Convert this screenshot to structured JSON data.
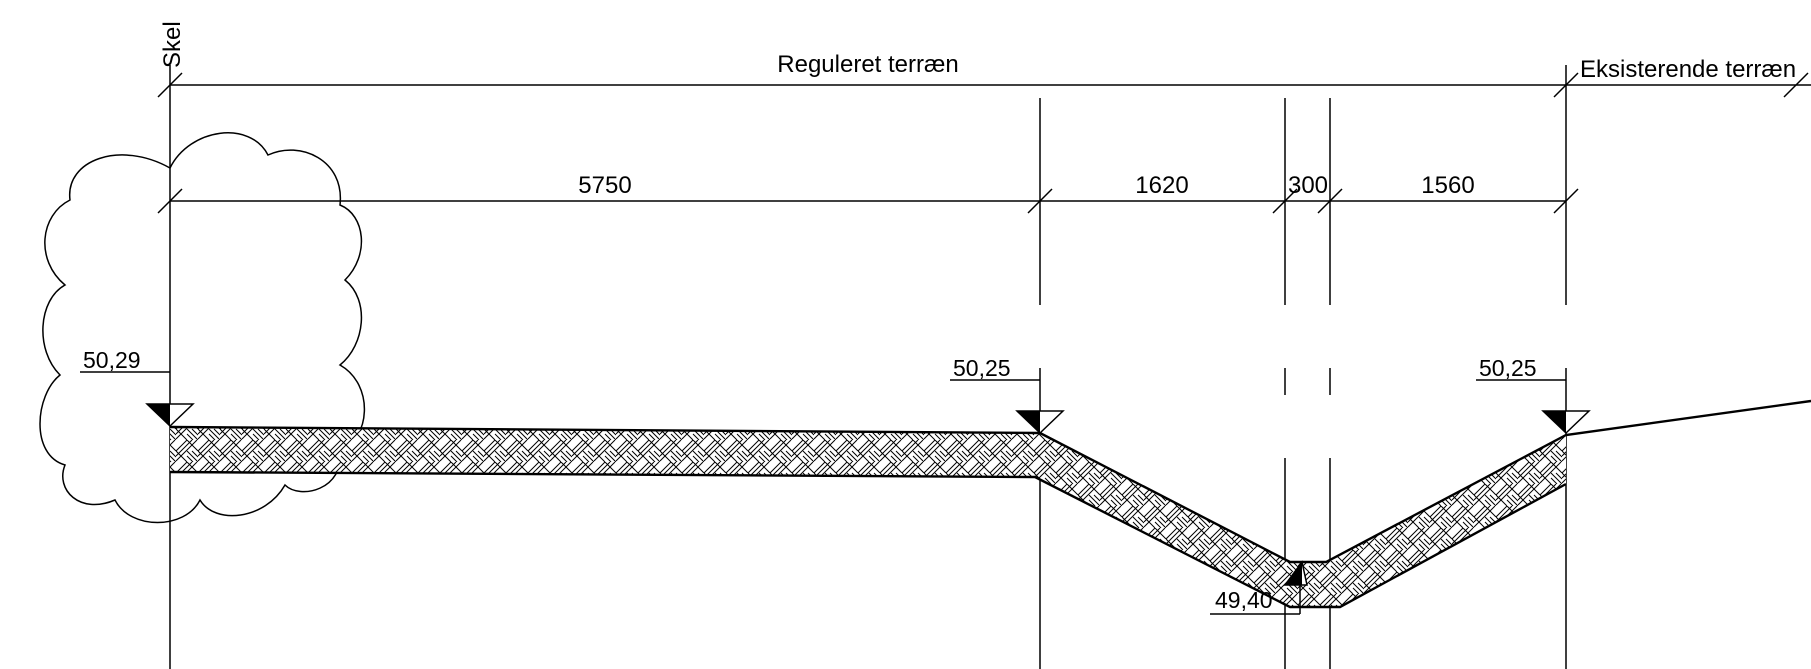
{
  "labels": {
    "property_line": "Skel",
    "regulated_terrain": "Reguleret terræn",
    "existing_terrain": "Eksisterende terræn"
  },
  "dimensions": [
    {
      "name": "width-1",
      "value": "5750"
    },
    {
      "name": "width-2",
      "value": "1620"
    },
    {
      "name": "width-3",
      "value": "300"
    },
    {
      "name": "width-4",
      "value": "1560"
    }
  ],
  "elevations": [
    {
      "name": "left",
      "value": "50,29"
    },
    {
      "name": "mid-left",
      "value": "50,25"
    },
    {
      "name": "bottom",
      "value": "49,40"
    },
    {
      "name": "right",
      "value": "50,25"
    }
  ],
  "colors": {
    "line": "#000000",
    "background": "#ffffff"
  },
  "icons": [
    "tree-cloud-icon",
    "elevation-marker-icon",
    "hatch-pattern"
  ]
}
